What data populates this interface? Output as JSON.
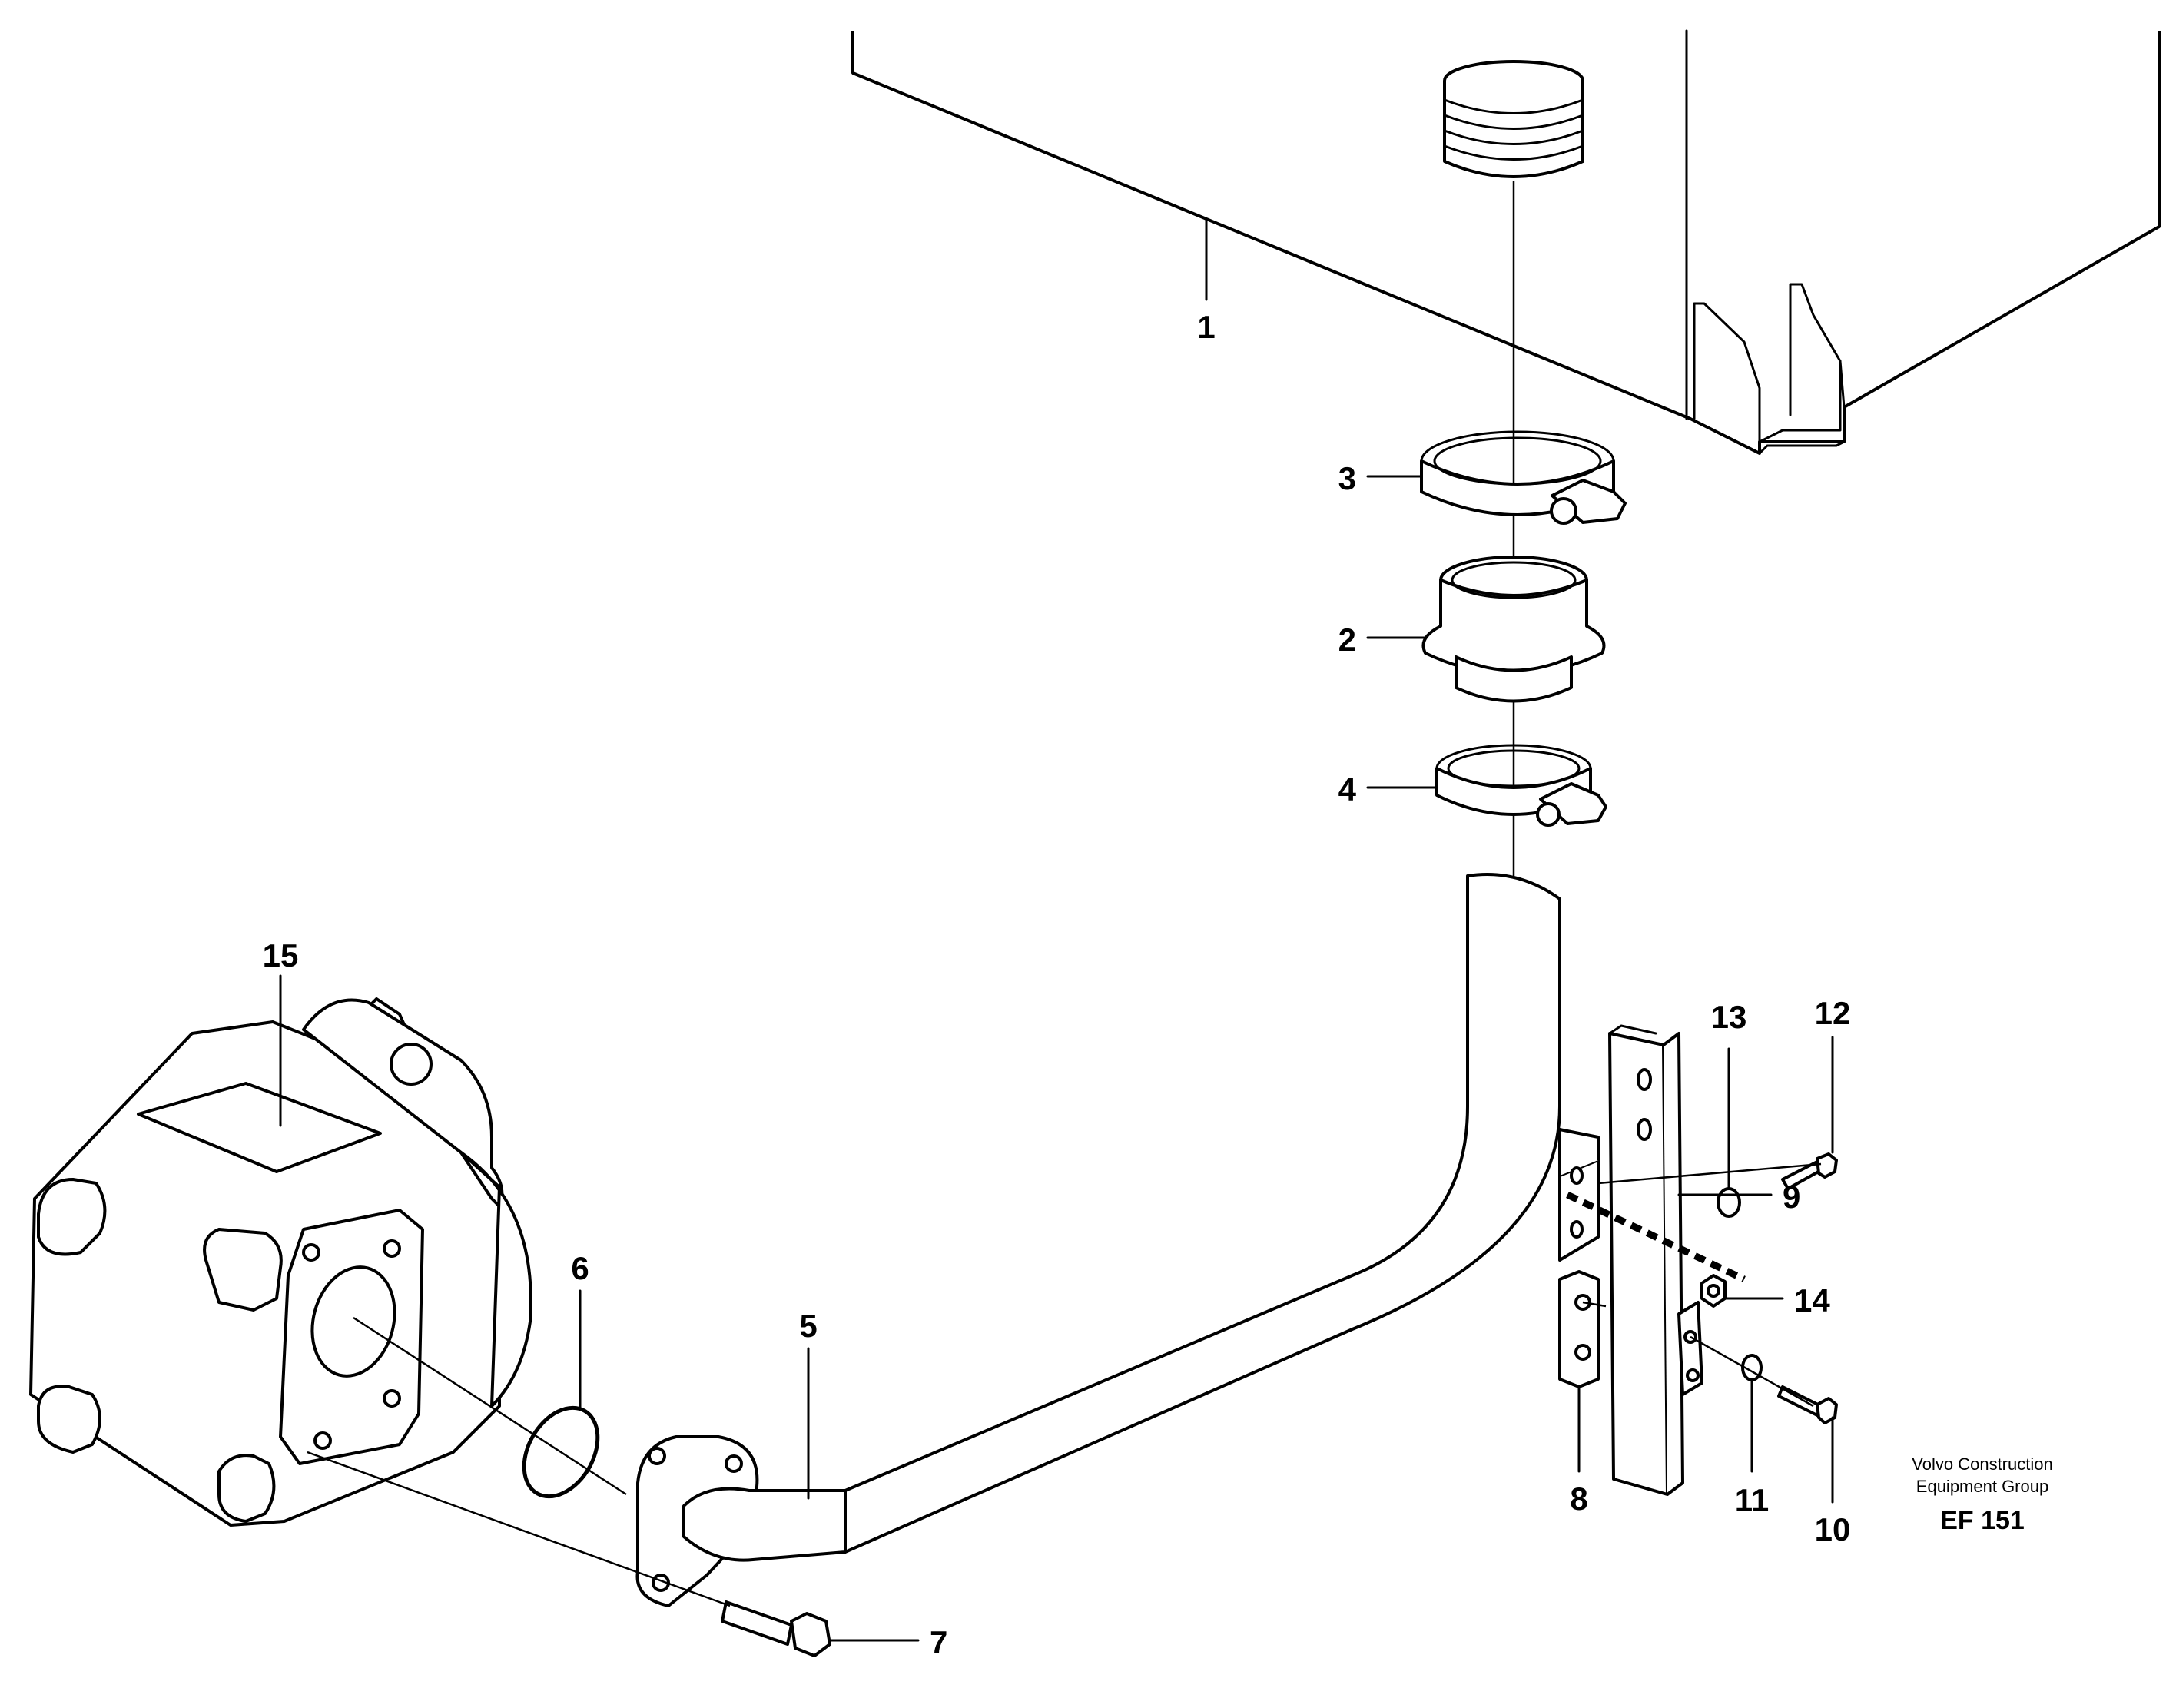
{
  "callouts": {
    "c1": "1",
    "c2": "2",
    "c3": "3",
    "c4": "4",
    "c5": "5",
    "c6": "6",
    "c7": "7",
    "c8": "8",
    "c9": "9",
    "c10": "10",
    "c11": "11",
    "c12": "12",
    "c13": "13",
    "c14": "14",
    "c15": "15"
  },
  "credit": {
    "line1": "Volvo Construction",
    "line2": "Equipment Group",
    "code": "EF 151"
  }
}
